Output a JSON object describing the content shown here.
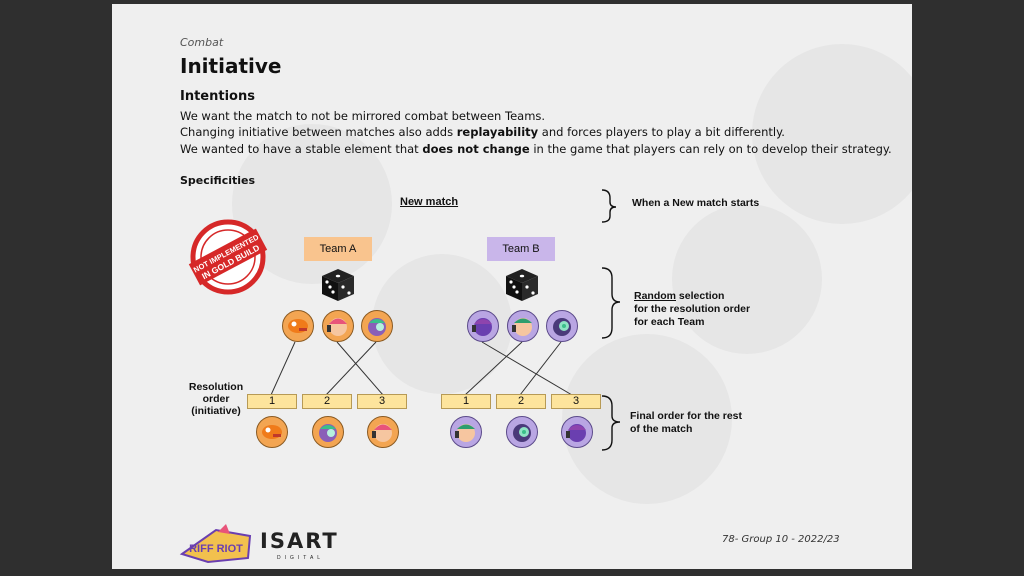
{
  "slide": {
    "section": "Combat",
    "title": "Initiative",
    "intentions": {
      "heading": "Intentions",
      "line1": "We want the match to not be mirrored combat between Teams.",
      "line2": {
        "before": "Changing initiative between matches also adds ",
        "bold": "replayability",
        "after": " and forces players to play a bit differently."
      },
      "line3": {
        "before": "We wanted to have a stable element that ",
        "bold": "does not change",
        "after": " in the game that players can rely on to develop their strategy."
      }
    },
    "specificities": "Specificities",
    "diagram": {
      "new_match": "New match",
      "note_new_match": "When a New match starts",
      "note_random": {
        "bold_underline": "Random",
        "rest_line1": " selection",
        "line2": "for the resolution order",
        "line3": "for each Team"
      },
      "note_final": {
        "line1": "Final order for the rest",
        "line2": "of the match"
      },
      "team_a": "Team A",
      "team_b": "Team B",
      "resolution_label": [
        "Resolution",
        "order",
        "(initiative)"
      ],
      "orders_a": [
        "1",
        "2",
        "3"
      ],
      "orders_b": [
        "1",
        "2",
        "3"
      ],
      "stamp": {
        "line1": "NOT IMPLEMENTED",
        "line2": "IN GOLD BUILD",
        "color": "#d62828"
      },
      "team_a_color": "#f9c48e",
      "team_b_color": "#c9b6ea",
      "token_icons_a": [
        "orange-character-icon",
        "pink-hair-character-icon",
        "green-hair-character-icon"
      ],
      "token_icons_b": [
        "purple-hair-character-icon",
        "green-hair-character-icon",
        "swirl-character-icon"
      ]
    },
    "footer": {
      "page": "78- Group 10 - 2022/23",
      "logo_game": "RIFF RIOT",
      "logo_school": "ISART",
      "logo_school_sub": "DIGITAL"
    }
  }
}
